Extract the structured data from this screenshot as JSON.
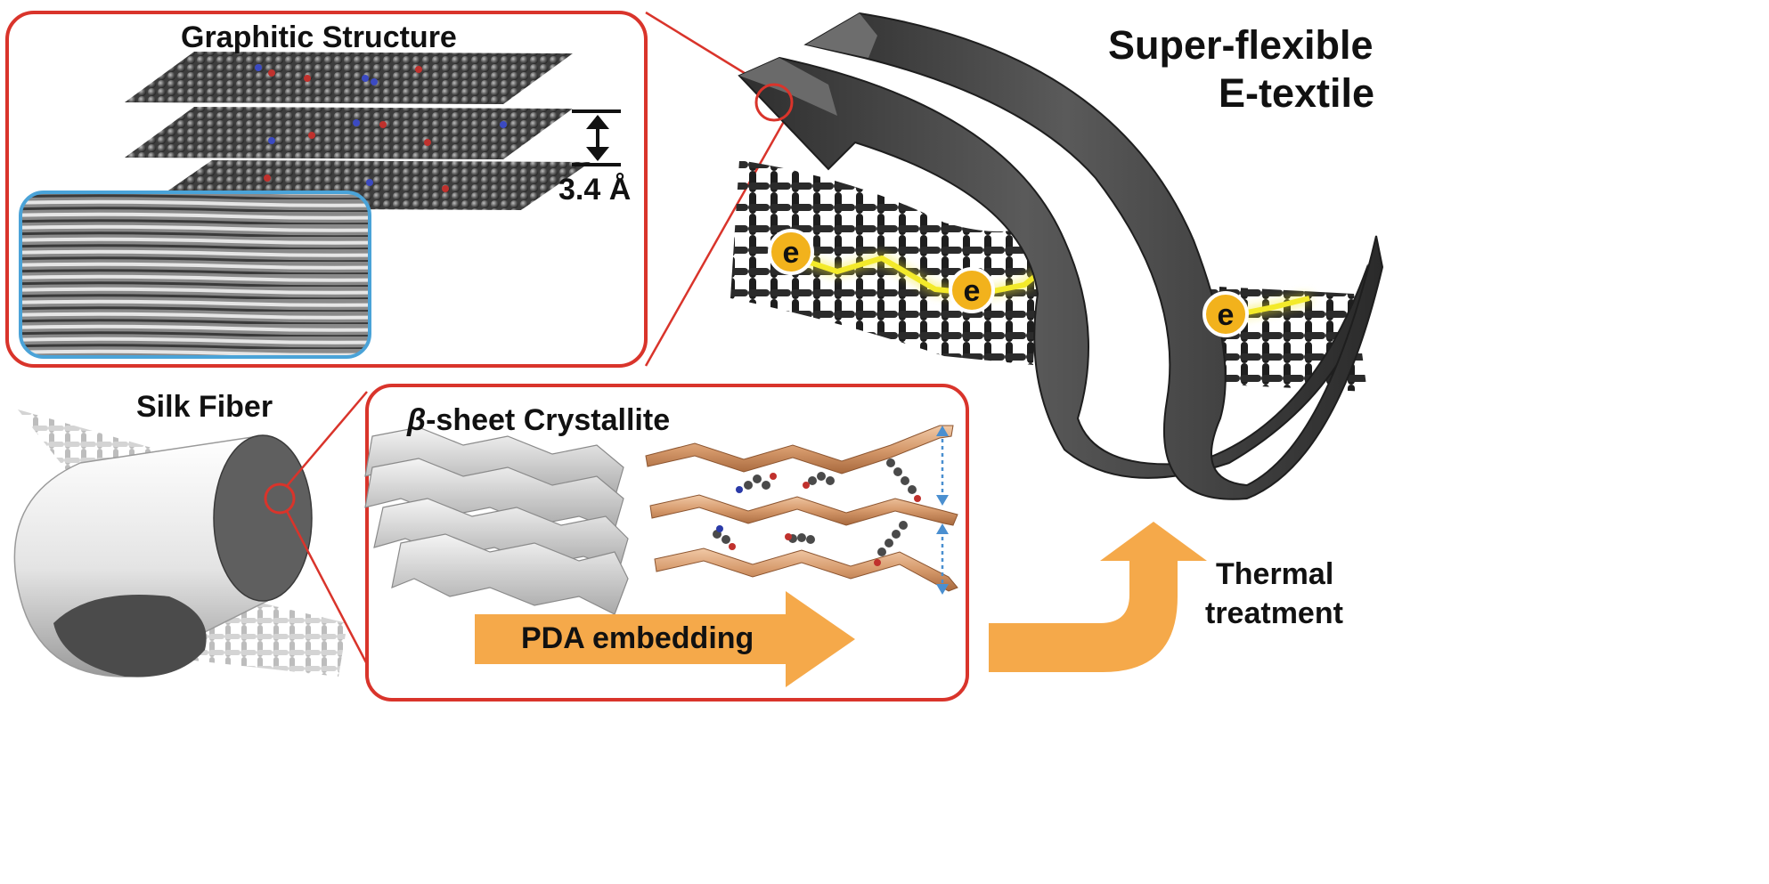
{
  "labels": {
    "graphitic_structure": "Graphitic Structure",
    "spacing": "3.4 Å",
    "title_line1": "Super-flexible",
    "title_line2": "E-textile",
    "silk_fiber": "Silk Fiber",
    "beta_symbol": "β",
    "beta_sheet": "-sheet Crystallite",
    "pda_embedding": "PDA embedding",
    "thermal_line1": "Thermal",
    "thermal_line2": "treatment",
    "electron": "e"
  },
  "colors": {
    "frame_red": "#d9342b",
    "tem_blue": "#4aa3d8",
    "arrow_orange": "#f5a94a",
    "ribbon_dark": "#3b3b3b",
    "carbon_gray": "#5a5a5a",
    "silk_white": "#e8e8e8",
    "sheet_copper": "#d69a6c",
    "glow_yellow": "#f3ea2a",
    "badge_orange": "#f2b21c"
  },
  "icons": [
    "electron-badge-icon",
    "double-arrow-icon"
  ]
}
